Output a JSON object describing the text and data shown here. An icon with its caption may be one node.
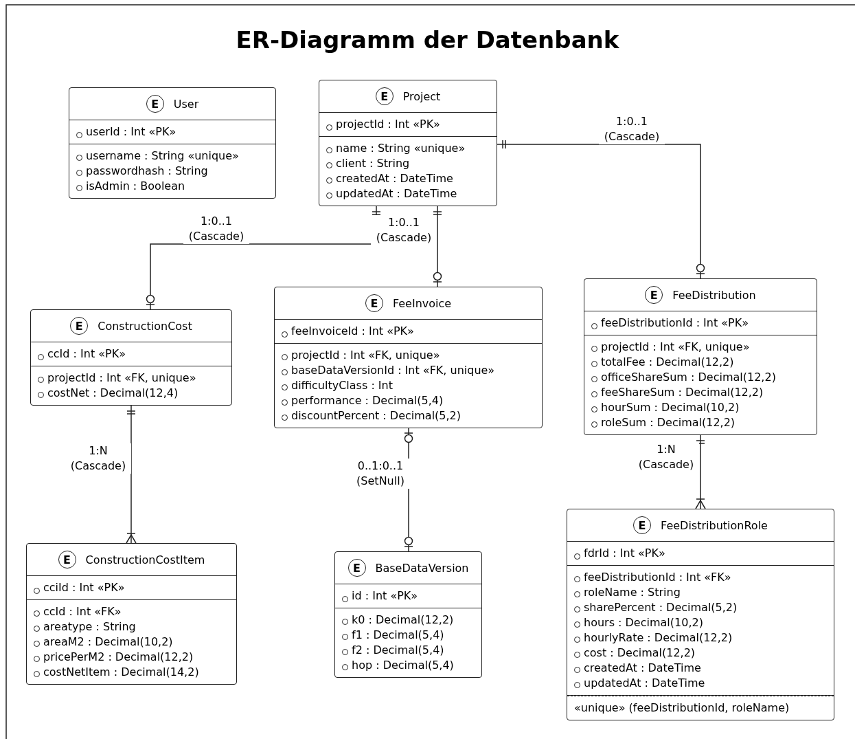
{
  "diagram": {
    "title": "ER-Diagramm der Datenbank",
    "nodes": [
      {
        "text": [
          "E",
          "User",
          "userId : Int «PK»",
          "username : String «unique»",
          "passwordhash : String",
          "isAdmin : Boolean"
        ]
      },
      {
        "text": [
          "E",
          "Project",
          "projectId : Int «PK»",
          "name : String «unique»",
          "client : String",
          "createdAt : DateTime",
          "updatedAt : DateTime"
        ]
      },
      {
        "text": [
          "E",
          "ConstructionCost",
          "ccId : Int «PK»",
          "projectId : Int «FK, unique»",
          "costNet : Decimal(12,4)"
        ]
      },
      {
        "text": [
          "E",
          "FeeInvoice",
          "feeInvoiceId : Int «PK»",
          "projectId : Int «FK, unique»",
          "baseDataVersionId : Int «FK, unique»",
          "difficultyClass : Int",
          "performance : Decimal(5,4)",
          "discountPercent : Decimal(5,2)"
        ]
      },
      {
        "text": [
          "E",
          "FeeDistribution",
          "feeDistributionId : Int «PK»",
          "projectId : Int «FK, unique»",
          "totalFee : Decimal(12,2)",
          "officeShareSum : Decimal(12,2)",
          "feeShareSum : Decimal(12,2)",
          "hourSum : Decimal(10,2)",
          "roleSum : Decimal(12,2)"
        ]
      },
      {
        "text": [
          "E",
          "ConstructionCostItem",
          "cciId : Int «PK»",
          "ccId : Int «FK»",
          "areatype : String",
          "areaM2 : Decimal(10,2)",
          "pricePerM2 : Decimal(12,2)",
          "costNetItem : Decimal(14,2)"
        ]
      },
      {
        "text": [
          "E",
          "BaseDataVersion",
          "id : Int «PK»",
          "k0 : Decimal(12,2)",
          "f1 : Decimal(5,4)",
          "f2 : Decimal(5,4)",
          "hop : Decimal(5,4)"
        ]
      },
      {
        "text": [
          "E",
          "FeeDistributionRole",
          "fdrId : Int «PK»",
          "feeDistributionId : Int «FK»",
          "roleName : String",
          "sharePercent : Decimal(5,2)",
          "hours : Decimal(10,2)",
          "hourlyRate : Decimal(12,2)",
          "cost : Decimal(12,2)",
          "createdAt : DateTime",
          "updatedAt : DateTime",
          "«unique» (feeDistributionId, roleName)"
        ]
      }
    ],
    "edges": [
      {
        "from": 1,
        "to": 4,
        "arrow": "other",
        "label": "1:0..1 (Cascade)"
      },
      {
        "from": 1,
        "to": 2,
        "arrow": "other",
        "label": "1:0..1 (Cascade)"
      },
      {
        "from": 1,
        "to": 3,
        "arrow": "other",
        "label": "1:0..1 (Cascade)"
      },
      {
        "from": 2,
        "to": 5,
        "arrow": "other",
        "label": "1:N (Cascade)"
      },
      {
        "from": 3,
        "to": 6,
        "arrow": "other",
        "label": "0..1:0..1 (SetNull)"
      },
      {
        "from": 4,
        "to": 7,
        "arrow": "other",
        "label": "1:N (Cascade)"
      }
    ]
  }
}
